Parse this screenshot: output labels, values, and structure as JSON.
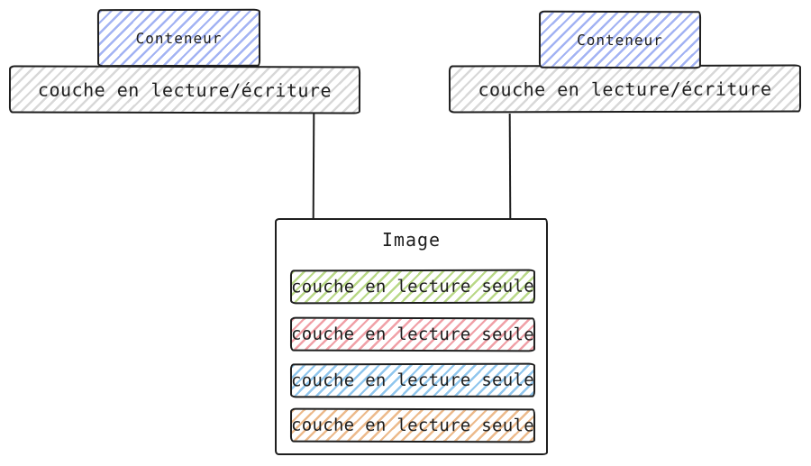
{
  "canvas": {
    "background": "#ffffff",
    "stroke_color": "#1e1e1e"
  },
  "left_stack": {
    "container": {
      "label": "Conteneur",
      "hatch_color": "#a3b3f3"
    },
    "rw_layer": {
      "label": "couche en lecture/écriture",
      "hatch_color": "#d8d8d8"
    }
  },
  "right_stack": {
    "container": {
      "label": "Conteneur",
      "hatch_color": "#a3b3f3"
    },
    "rw_layer": {
      "label": "couche en lecture/écriture",
      "hatch_color": "#d8d8d8"
    }
  },
  "image_box": {
    "title": "Image",
    "layers": [
      {
        "label": "couche en lecture seule",
        "hatch_color": "#b9d887"
      },
      {
        "label": "couche en lecture seule",
        "hatch_color": "#f0a0a7"
      },
      {
        "label": "couche en lecture seule",
        "hatch_color": "#90c6ed"
      },
      {
        "label": "couche en lecture seule",
        "hatch_color": "#ecba8b"
      }
    ]
  }
}
